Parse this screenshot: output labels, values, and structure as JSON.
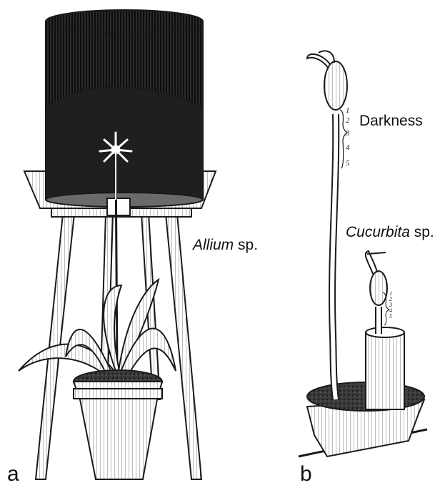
{
  "panel_a": {
    "letter": "a",
    "plant_genus": "Allium",
    "plant_suffix": "sp."
  },
  "panel_b": {
    "letter": "b",
    "condition": "Darkness",
    "plant_genus": "Cucurbita",
    "plant_suffix": "sp.",
    "tall_seedling_marks": [
      "1",
      "2",
      "3",
      "4",
      "5"
    ],
    "short_seedling_marks": [
      "1",
      "2",
      "3",
      "4",
      "5"
    ]
  },
  "colors": {
    "ink": "#1a1a1a",
    "paper": "#ffffff"
  }
}
